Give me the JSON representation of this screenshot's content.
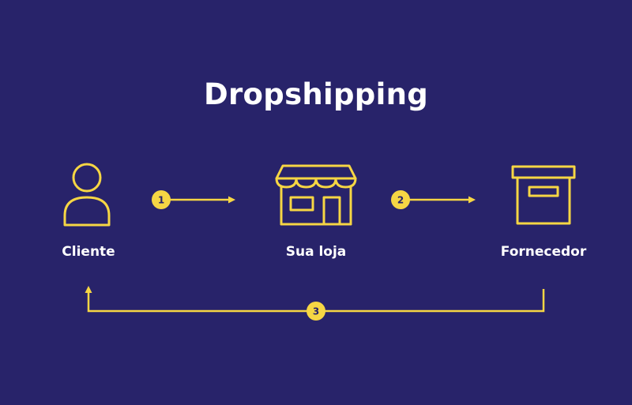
{
  "title": "Dropshipping",
  "nodes": {
    "customer": {
      "label": "Cliente",
      "icon": "person-icon"
    },
    "store": {
      "label": "Sua loja",
      "icon": "storefront-icon"
    },
    "supplier": {
      "label": "Fornecedor",
      "icon": "box-icon"
    }
  },
  "steps": [
    {
      "number": "1"
    },
    {
      "number": "2"
    },
    {
      "number": "3"
    }
  ],
  "colors": {
    "background": "#28236a",
    "accent": "#f6d644",
    "text": "#ffffff"
  }
}
